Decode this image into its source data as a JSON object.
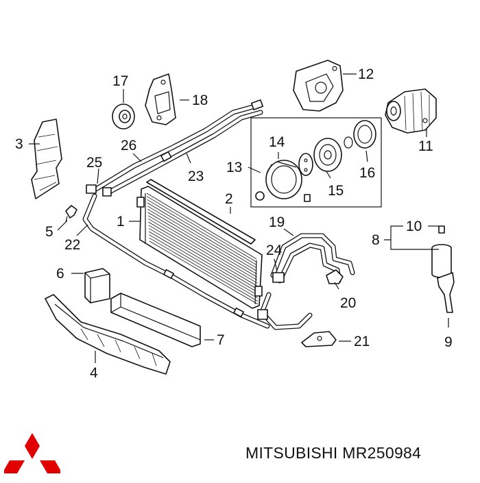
{
  "diagram": {
    "callouts": [
      {
        "id": "1",
        "label": "1"
      },
      {
        "id": "2",
        "label": "2"
      },
      {
        "id": "3",
        "label": "3"
      },
      {
        "id": "4",
        "label": "4"
      },
      {
        "id": "5",
        "label": "5"
      },
      {
        "id": "6",
        "label": "6"
      },
      {
        "id": "7",
        "label": "7"
      },
      {
        "id": "8",
        "label": "8"
      },
      {
        "id": "9",
        "label": "9"
      },
      {
        "id": "10",
        "label": "10"
      },
      {
        "id": "11",
        "label": "11"
      },
      {
        "id": "12",
        "label": "12"
      },
      {
        "id": "13",
        "label": "13"
      },
      {
        "id": "14",
        "label": "14"
      },
      {
        "id": "15",
        "label": "15"
      },
      {
        "id": "16",
        "label": "16"
      },
      {
        "id": "17",
        "label": "17"
      },
      {
        "id": "18",
        "label": "18"
      },
      {
        "id": "19",
        "label": "19"
      },
      {
        "id": "20",
        "label": "20"
      },
      {
        "id": "21",
        "label": "21"
      },
      {
        "id": "22",
        "label": "22"
      },
      {
        "id": "23",
        "label": "23"
      },
      {
        "id": "24",
        "label": "24"
      },
      {
        "id": "25",
        "label": "25"
      },
      {
        "id": "26",
        "label": "26"
      }
    ]
  },
  "footer": {
    "brand_text": "MITSUBISHI MR250984",
    "logo_color": "#e00000"
  }
}
